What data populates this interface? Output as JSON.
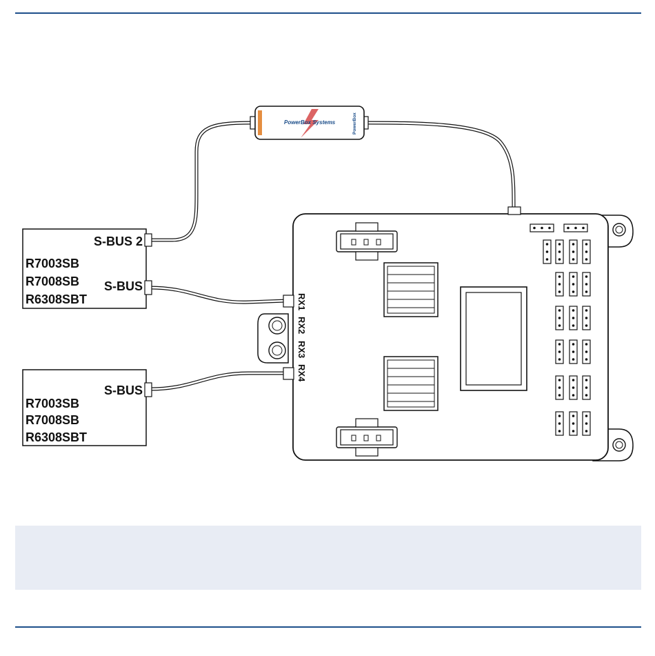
{
  "colors": {
    "rule": "#1c4e8a",
    "panel": "#e8ecf4",
    "line": "#111111",
    "brand_blue": "#1c4e8a",
    "brand_orange": "#e07a1f"
  },
  "module": {
    "brand": "PowerBox Systems",
    "side_label": "PowerBox"
  },
  "receiver_a": {
    "port_top": "S-BUS 2",
    "port_bottom": "S-BUS",
    "models": [
      "R7003SB",
      "R7008SB",
      "R6308SBT"
    ]
  },
  "receiver_b": {
    "port": "S-BUS",
    "models": [
      "R7003SB",
      "R7008SB",
      "R6308SBT"
    ]
  },
  "board": {
    "inputs": [
      "RX1",
      "RX2",
      "RX3",
      "RX4"
    ]
  },
  "icons": [
    "logo-bolt-icon",
    "mounting-hole-icon",
    "battery-connector-icon",
    "heatsink-icon",
    "display-icon",
    "servo-header-icon"
  ]
}
